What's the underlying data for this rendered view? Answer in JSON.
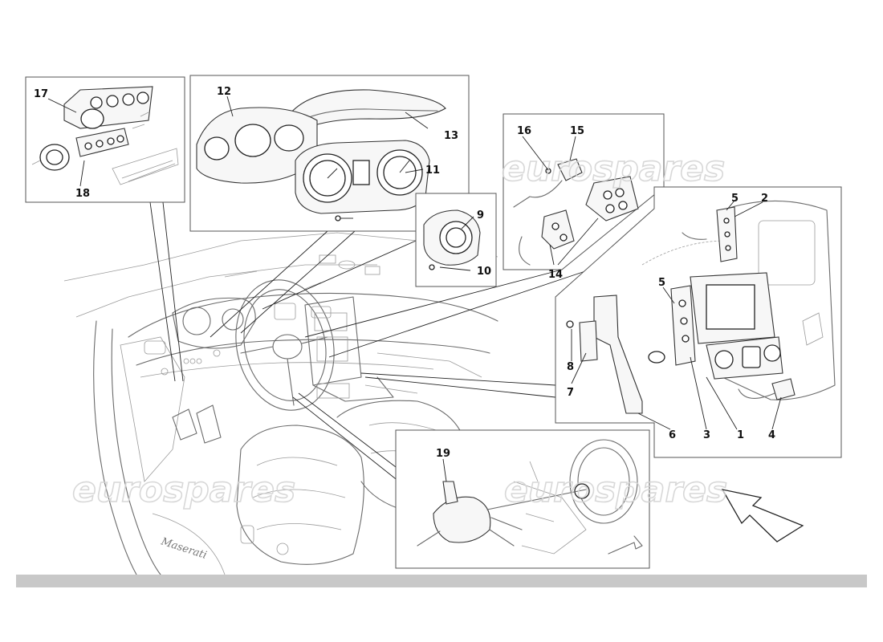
{
  "watermark": "eurospares",
  "badge_script": "Maserati",
  "callouts": [
    {
      "id": "c1",
      "text": "1"
    },
    {
      "id": "c2",
      "text": "2"
    },
    {
      "id": "c3",
      "text": "3"
    },
    {
      "id": "c4",
      "text": "4"
    },
    {
      "id": "c5a",
      "text": "5"
    },
    {
      "id": "c5b",
      "text": "5"
    },
    {
      "id": "c6",
      "text": "6"
    },
    {
      "id": "c7",
      "text": "7"
    },
    {
      "id": "c8",
      "text": "8"
    },
    {
      "id": "c9",
      "text": "9"
    },
    {
      "id": "c10",
      "text": "10"
    },
    {
      "id": "c11",
      "text": "11"
    },
    {
      "id": "c12",
      "text": "12"
    },
    {
      "id": "c13",
      "text": "13"
    },
    {
      "id": "c14",
      "text": "14"
    },
    {
      "id": "c15",
      "text": "15"
    },
    {
      "id": "c16",
      "text": "16"
    },
    {
      "id": "c17",
      "text": "17"
    },
    {
      "id": "c18",
      "text": "18"
    },
    {
      "id": "c19",
      "text": "19"
    }
  ]
}
